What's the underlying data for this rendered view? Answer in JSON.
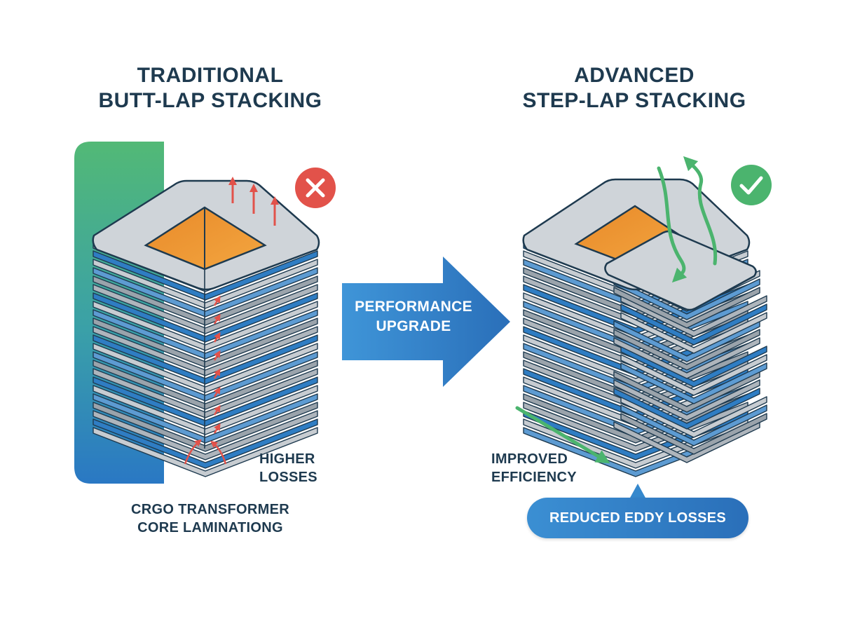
{
  "left": {
    "title_line1": "TRADITIONAL",
    "title_line2": "BUTT-LAP STACKING",
    "status_icon": "cross-icon",
    "losses_line1": "HIGHER",
    "losses_line2": "LOSSES",
    "caption_line1": "CRGO TRANSFORMER",
    "caption_line2": "CORE LAMINATIONG"
  },
  "center": {
    "arrow_line1": "PERFORMANCE",
    "arrow_line2": "UPGRADE"
  },
  "right": {
    "title_line1": "ADVANCED",
    "title_line2": "STEP-LAP STACKING",
    "status_icon": "check-icon",
    "efficiency_line1": "IMPROVED",
    "efficiency_line2": "EFFICIENCY",
    "pill_label": "REDUCED EDDY LOSSES"
  },
  "colors": {
    "navy": "#1e3a4f",
    "blue": "#2f7dc3",
    "green": "#4bb46e",
    "red": "#e2524a",
    "orange": "#f0a03c",
    "steel": "#c7ccd1"
  }
}
